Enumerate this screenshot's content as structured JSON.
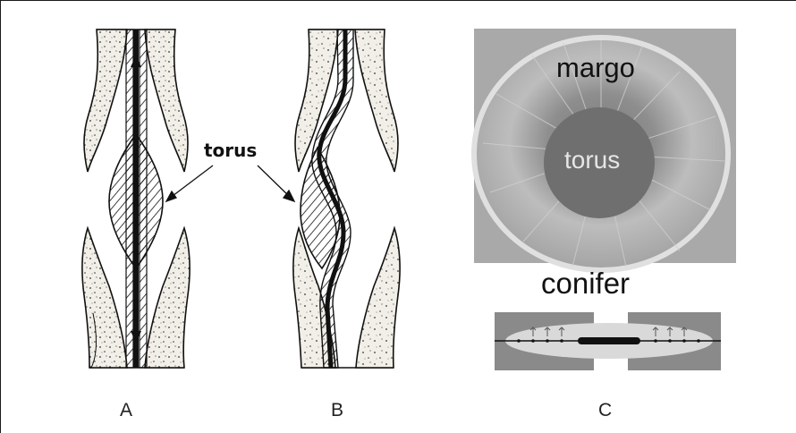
{
  "labels": {
    "torus_callout": "torus",
    "margo": "margo",
    "torus_photo": "torus",
    "conifer": "conifer"
  },
  "panels": {
    "a": "A",
    "b": "B",
    "c": "C"
  },
  "colors": {
    "stipple_fill": "#f2efe8",
    "photo_background": "#a9a9a9",
    "torus_disc": "#6f6f6f",
    "conifer_wall": "#8a8a8a",
    "conifer_membrane": "#d9d9d9"
  }
}
